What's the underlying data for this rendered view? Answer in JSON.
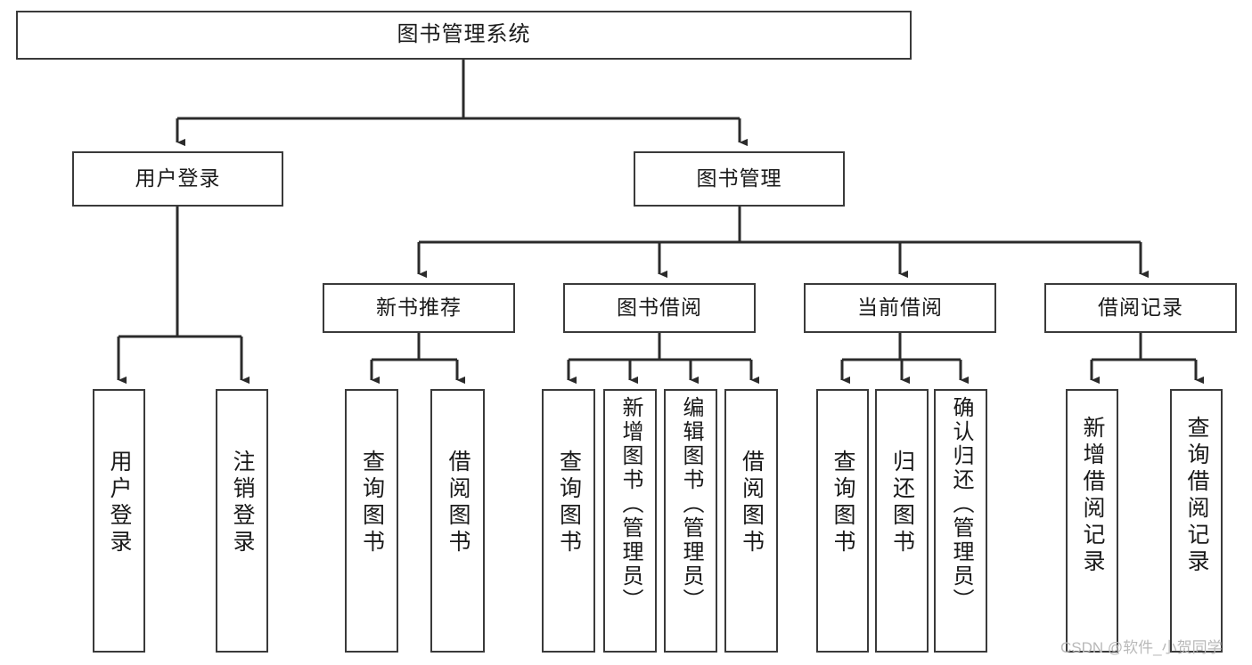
{
  "diagram": {
    "type": "tree-hierarchy-chart",
    "title": "图书管理系统",
    "orientation": "top-down",
    "colors": {
      "box_border": "#3a3a3a",
      "box_fill": "#ffffff",
      "edge": "#2b2b2b",
      "text": "#1a1a1a",
      "watermark": "#b9b9b9"
    }
  },
  "root": {
    "label": "图书管理系统"
  },
  "level2": [
    {
      "label": "用户登录"
    },
    {
      "label": "图书管理"
    }
  ],
  "level3": [
    {
      "label": "新书推荐"
    },
    {
      "label": "图书借阅"
    },
    {
      "label": "当前借阅"
    },
    {
      "label": "借阅记录"
    }
  ],
  "leaves": {
    "user_login": [
      {
        "label": "用户登录"
      },
      {
        "label": "注销登录"
      }
    ],
    "new_book_recommend": [
      {
        "label": "查询图书"
      },
      {
        "label": "借阅图书"
      }
    ],
    "book_borrow": [
      {
        "label": "查询图书"
      },
      {
        "label": "新增图书（管理员）"
      },
      {
        "label": "编辑图书（管理员）"
      },
      {
        "label": "借阅图书"
      }
    ],
    "current_borrow": [
      {
        "label": "查询图书"
      },
      {
        "label": "归还图书"
      },
      {
        "label": "确认归还（管理员）"
      }
    ],
    "borrow_record": [
      {
        "label": "新增借阅记录"
      },
      {
        "label": "查询借阅记录"
      }
    ]
  },
  "watermark": {
    "text": "CSDN @软件_小贺同学"
  }
}
